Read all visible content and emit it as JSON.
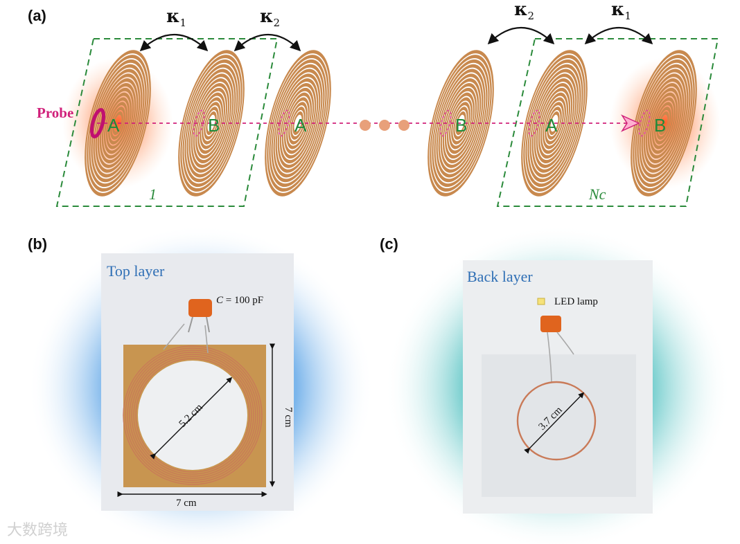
{
  "panels": {
    "a": {
      "label": "(a)",
      "kappa_sym": "κ",
      "sub1": "1",
      "sub2": "2",
      "probe_label": "Probe",
      "site_a": "A",
      "site_b": "B",
      "cell_first": "1",
      "cell_last": "Nc"
    },
    "b": {
      "label": "(b)",
      "title": "Top layer",
      "cap_c": "C",
      "cap_value": " = 100 pF",
      "diameter": "5.2 cm",
      "side": "7 cm",
      "bottom": "7 cm"
    },
    "c": {
      "label": "(c)",
      "title": "Back layer",
      "lamp": "LED lamp",
      "diameter": "3.7 cm"
    }
  },
  "watermark": "大数跨境",
  "colors": {
    "coil": "#c8894e",
    "dashed_box": "#2a8a3a",
    "site_text": "#1f8a3a",
    "probe": "#d0207a",
    "title_blue": "#2f6fb5"
  }
}
